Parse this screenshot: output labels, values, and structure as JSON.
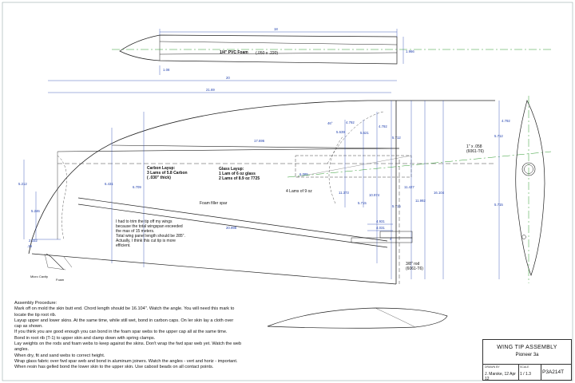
{
  "top_view": {
    "foam_label": "1/4\" PVC Foam",
    "thickness_label": "(.050 x .220)",
    "span_dim": "18",
    "root_dim": "1.966",
    "tip_dim": "1.08"
  },
  "main_view": {
    "dims": {
      "overall_span": "20",
      "span_21": "21.69",
      "d_5212": "5.212",
      "d_5246": "5.246",
      "d_2332": "2.332",
      "d_6431": "6.431",
      "d_6709": "6.709",
      "d_17696": "17.696",
      "d_6085": "6.085",
      "d_20998": "20.998",
      "d_46": "46°",
      "d_5639": "5.639",
      "d_5621": "5.621",
      "d_4792a": "4.792",
      "d_4792b": "4.792",
      "d_4792c": "4.792",
      "d_5712a": "5.712",
      "d_5712b": "5.712",
      "d_11373": "11.373",
      "d_10974": "10.974",
      "d_5715a": "5.715",
      "d_5715b": "5.715",
      "d_5715c": "5.715",
      "d_11427": "11.427",
      "d_11992": "11.992",
      "d_16104": "16.104",
      "d_4931": "4.931",
      "d_4031": "4.031",
      "d_4": "4",
      "d_36": ".36"
    },
    "carbon_layup": [
      "Carbon Layup:",
      "3 Lams of 5.8 Carbon",
      "( .030\" thick)"
    ],
    "glass_layup": [
      "Glass Layup:",
      "1 Lam of 6 oz glass",
      "2 Lams of 8.9 oz 7725"
    ],
    "lams_label": "4 Lams of 9 oz",
    "foam_filler": "Foam filler spar",
    "trim_note": [
      "I had to trim the tip off my wings",
      "because the total wingspan exceeded",
      "the max of 15 meters.",
      "Total wing panel length should be 285\".",
      "Actually, I think this cut tip is more",
      "efficient."
    ],
    "tube_label": [
      "1\" x .058",
      "(6061-T6)"
    ],
    "rod_label": [
      "3/8\" rod",
      "(6061-T6)"
    ],
    "micro_cavity": "Micro Cavity",
    "foam_label": "Foam"
  },
  "procedure": {
    "lines": [
      "Assembly Procedure:",
      "Mark off on mold the skin butt end.  Chord length should be 16.104\".  Watch the angle.  You will need this mark to",
      "locate the tip root rib.",
      "Layup upper and lower skins.  At the same time, while still wet, bond in carbon caps.  On ler skin lay a cloth over",
      "cap as shown.",
      "If you think you are good enough you can bond in the foam spar webs to the upper cap all at the same time.",
      "Bond in root rib (T-1) to upper skin and clamp down with spring clamps.",
      "Lay weights on the rods and foam webs to keep against the skins. Don't wrap the fwd spar web yet. Watch the web",
      "angles.",
      "When dry, fit and sand webs to correct height.",
      "Wrap glass fabric over fwd spar web and bond in aluminum joiners.  Watch the angles - vert and horiz - important.",
      "When resin has gelled bond the lower skin to the upper skin.  Use cabosil beads on all contact points."
    ]
  },
  "title_block": {
    "title": "WING TIP ASSEMBLY",
    "subtitle": "Pioneer 3a",
    "drawn_by_caption": "DRAWN BY",
    "drawn_by": "J. Marske,  12  Apr 12",
    "scale_caption": "SCALE",
    "scale": "1 / 1.3",
    "drawing_number": "P3A214T"
  }
}
